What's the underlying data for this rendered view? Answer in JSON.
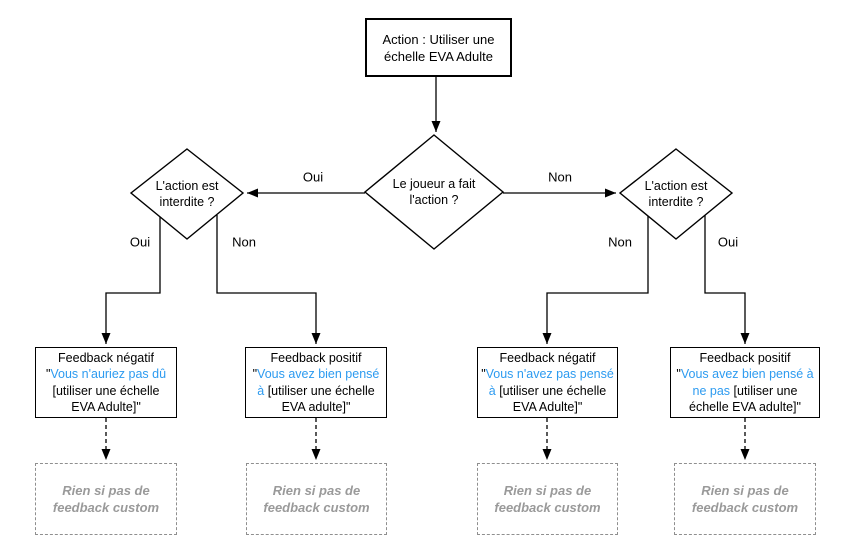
{
  "colors": {
    "line": "#000000",
    "highlight_blue": "#2D9BF0",
    "custom_text_gray": "#9A9A9A",
    "custom_border_gray": "#8F8F8F",
    "background": "#FFFFFF"
  },
  "nodes": {
    "action": {
      "label": "Action : Utiliser une échelle EVA Adulte"
    },
    "decision_main": {
      "label": "Le joueur a fait l'action ?"
    },
    "decision_left": {
      "label": "L'action est interdite ?"
    },
    "decision_right": {
      "label": "L'action est interdite ?"
    }
  },
  "edge_labels": {
    "main_to_left": "Oui",
    "main_to_right": "Non",
    "left_oui": "Oui",
    "left_non": "Non",
    "right_non": "Non",
    "right_oui": "Oui"
  },
  "feedback_boxes": [
    {
      "title": "Feedback négatif",
      "quote_open": "\"",
      "highlight": "Vous n'auriez pas dû ",
      "rest": "[utiliser une échelle EVA Adulte]\""
    },
    {
      "title": "Feedback positif",
      "quote_open": "\"",
      "highlight": "Vous avez bien pensé à ",
      "rest": "[utiliser une échelle EVA adulte]\""
    },
    {
      "title": "Feedback négatif",
      "quote_open": "\"",
      "highlight": "Vous n'avez pas pensé à ",
      "rest": "[utiliser une échelle EVA Adulte]\""
    },
    {
      "title": "Feedback positif",
      "quote_open": "\"",
      "highlight": "Vous avez bien pensé à ne pas ",
      "rest": "[utiliser une échelle EVA adulte]\""
    }
  ],
  "custom_feedback_boxes": [
    {
      "label": "Rien si pas de feedback custom"
    },
    {
      "label": "Rien si pas de feedback custom"
    },
    {
      "label": "Rien si pas de feedback custom"
    },
    {
      "label": "Rien si pas de feedback custom"
    }
  ]
}
